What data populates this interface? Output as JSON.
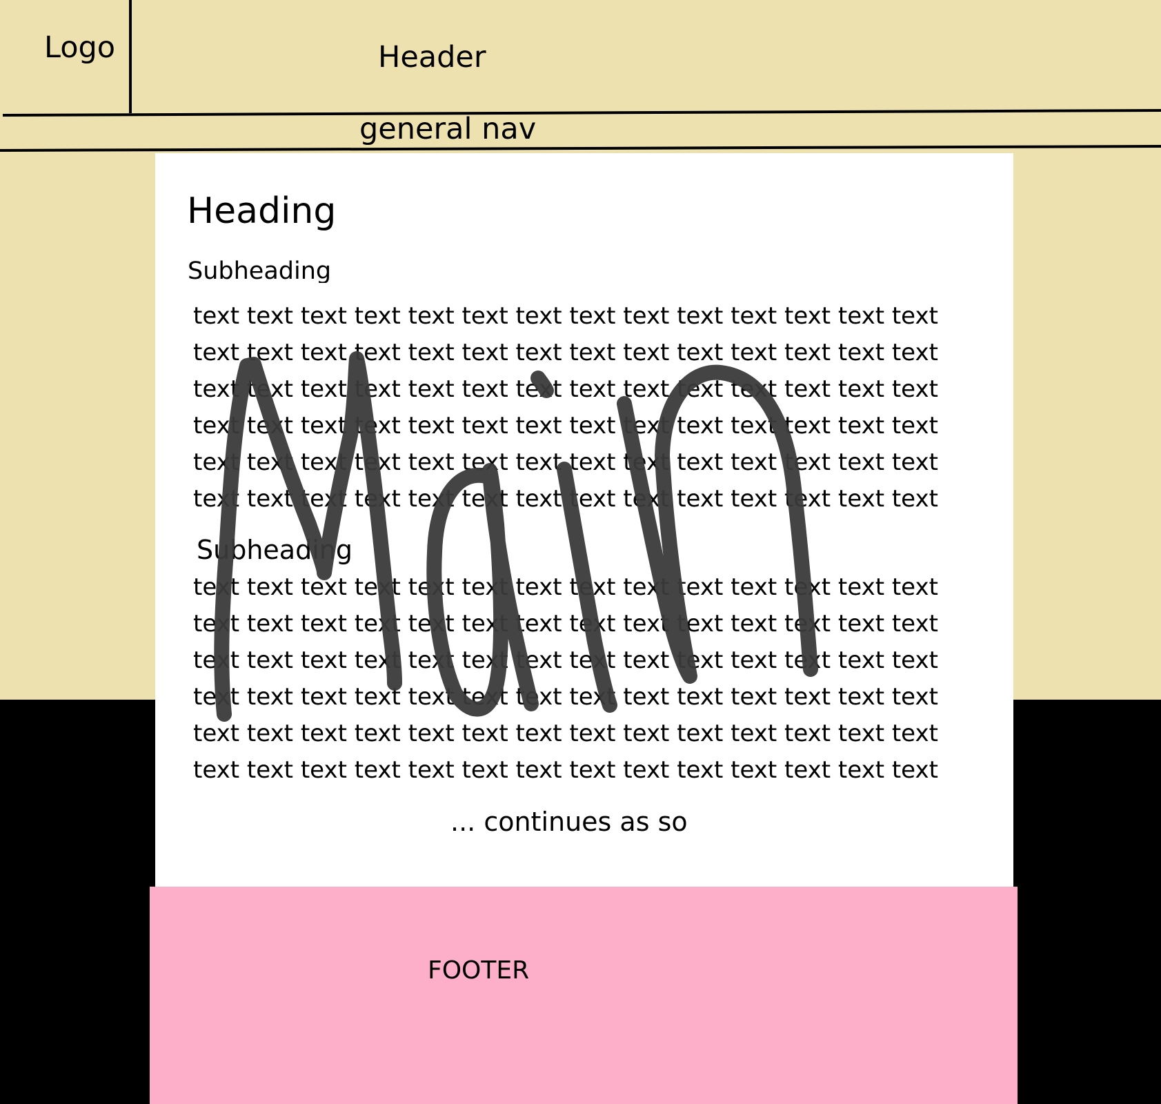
{
  "header": {
    "logo": "Logo",
    "title": "Header",
    "nav": "general nav"
  },
  "main": {
    "heading": "Heading",
    "sections": [
      {
        "subheading": "Subheading",
        "lines": [
          "text text text text text text text text text text text text text text",
          "text text text text text text text text text text text text text text",
          "text text text text text text text text text text text text text text",
          "text text text text text text text text text text text text text text",
          "text text text text text text text text text text text text text text",
          "text text text text text text text text text text text text text text"
        ]
      },
      {
        "subheading": "Subheading",
        "lines": [
          "text text text text text text text text text text text text text text",
          "text text text text text text text text text text text text text text",
          "text text text text text text text text text text text text text text",
          "text text text text text text text text text text text text text text",
          "text text text text text text text text text text text text text text",
          "text text text text text text text text text text text text text text"
        ]
      }
    ],
    "continues": "... continues as so",
    "handwritten_label": "Main"
  },
  "footer": {
    "label": "FOOTER"
  },
  "colors": {
    "page_background": "#ede2af",
    "main_background": "#ffffff",
    "footer_background": "#fdaec9",
    "side_background": "#000000",
    "handwriting_stroke": "#3a3a3a"
  }
}
